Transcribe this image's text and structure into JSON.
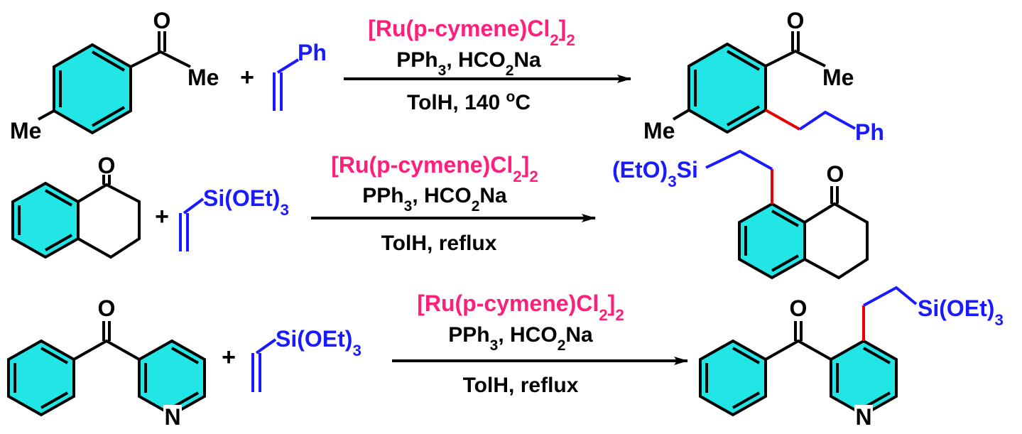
{
  "colors": {
    "aromatic_fill": "#22e5e5",
    "bond": "#000000",
    "alkene": "#1a1aff",
    "new_bond": "#e60000",
    "catalyst_text": "#ff1f7a"
  },
  "reactions": [
    {
      "catalyst": "[Ru(p-cymene)Cl2]2",
      "additives": "PPh3, HCO2Na",
      "conditions": "TolH, 140 oC",
      "substrate_labels": {
        "carbonyl": "O",
        "ketone_me": "Me",
        "ring_me": "Me"
      },
      "plus": "+",
      "alkene_label": "Ph",
      "product_labels": {
        "carbonyl": "O",
        "ketone_me": "Me",
        "ring_me": "Me",
        "chain_end": "Ph"
      }
    },
    {
      "catalyst": "[Ru(p-cymene)Cl2]2",
      "additives": "PPh3, HCO2Na",
      "conditions": "TolH, reflux",
      "substrate_labels": {
        "carbonyl": "O"
      },
      "plus": "+",
      "alkene_label": "Si(OEt)3",
      "product_labels": {
        "carbonyl": "O",
        "chain_end": "(EtO)3Si"
      }
    },
    {
      "catalyst": "[Ru(p-cymene)Cl2]2",
      "additives": "PPh3, HCO2Na",
      "conditions": "TolH, reflux",
      "substrate_labels": {
        "carbonyl": "O",
        "heteroatom": "N"
      },
      "plus": "+",
      "alkene_label": "Si(OEt)3",
      "product_labels": {
        "carbonyl": "O",
        "heteroatom": "N",
        "chain_end": "Si(OEt)3"
      }
    }
  ]
}
